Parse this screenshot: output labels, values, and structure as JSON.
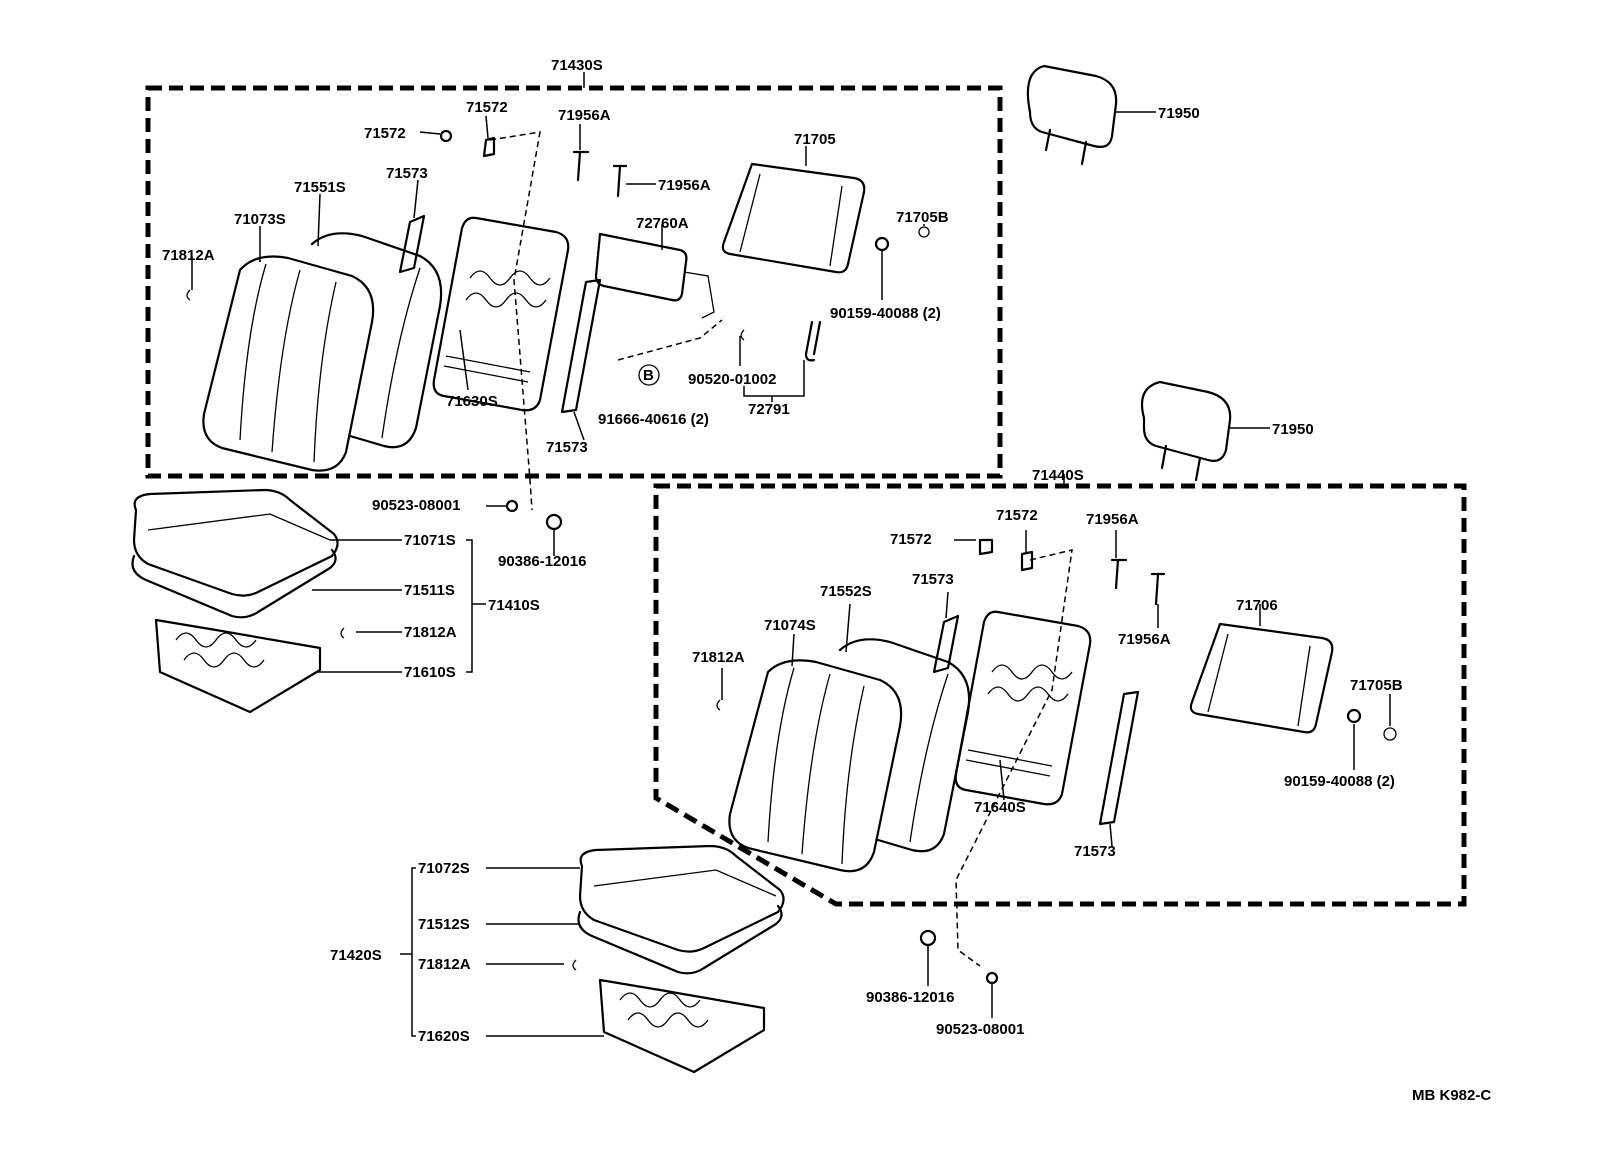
{
  "labels": {
    "l71430S": "71430S",
    "l71950a": "71950",
    "l71950b": "71950",
    "l71572a": "71572",
    "l71572b": "71572",
    "l71956Aa": "71956A",
    "l71956Ab": "71956A",
    "l71705": "71705",
    "l71573a": "71573",
    "l71551S": "71551S",
    "l71073S": "71073S",
    "l71812Aa": "71812A",
    "l72760A": "72760A",
    "l71705Ba": "71705B",
    "l90159a": "90159-40088 (2)",
    "l90520": "90520-01002",
    "l72791": "72791",
    "l91666": "91666-40616 (2)",
    "l71630S": "71630S",
    "l71573b": "71573",
    "l71440S": "71440S",
    "l90523a": "90523-08001",
    "l90386a": "90386-12016",
    "l71071S": "71071S",
    "l71511S": "71511S",
    "l71410S": "71410S",
    "l71812Ab": "71812A",
    "l71610S": "71610S",
    "l71572c": "71572",
    "l71572d": "71572",
    "l71956Ac": "71956A",
    "l71956Ad": "71956A",
    "l71573c": "71573",
    "l71552S": "71552S",
    "l71074S": "71074S",
    "l71812Ac": "71812A",
    "l71706": "71706",
    "l71705Bb": "71705B",
    "l90159b": "90159-40088 (2)",
    "l71640S": "71640S",
    "l71573d": "71573",
    "l71072S": "71072S",
    "l71512S": "71512S",
    "l71420S": "71420S",
    "l71812Ad": "71812A",
    "l71620S": "71620S",
    "l90386b": "90386-12016",
    "l90523b": "90523-08001",
    "code": "MB K982-C",
    "circleB": "B"
  }
}
